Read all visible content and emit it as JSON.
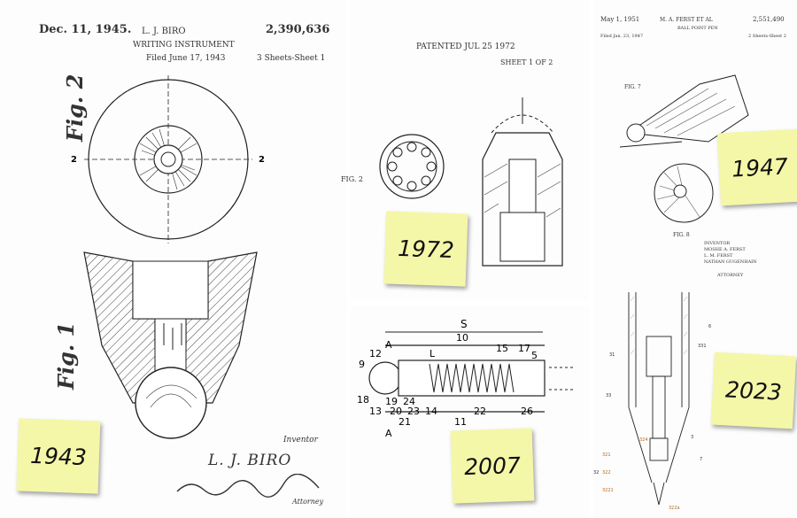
{
  "patent_1943": {
    "date": "Dec. 11, 1945.",
    "inventor": "L. J. BIRO",
    "number": "2,390,636",
    "title": "WRITING INSTRUMENT",
    "filed": "Filed June 17, 1943",
    "sheets": "3 Sheets-Sheet 1",
    "fig2_label": "Fig. 2",
    "fig1_label": "Fig. 1",
    "inventor_caption": "Inventor",
    "signature_name": "L. J. BIRO",
    "attorney_caption": "Attorney",
    "sticky": "1943"
  },
  "patent_1972": {
    "patented": "PATENTED JUL 25 1972",
    "sheet": "SHEET 1 OF 2",
    "fig_label": "FIG. 2",
    "sticky": "1972"
  },
  "patent_1947": {
    "date": "May 1, 1951",
    "inventor": "M. A. FERST ET AL",
    "number": "2,551,490",
    "title": "BALL POINT PEN",
    "filed": "Filed Jan. 23, 1947",
    "sheets": "2 Sheets-Sheet 2",
    "fig7": "FIG. 7",
    "fig8": "FIG. 8",
    "inventor_block": [
      "INVENTOR",
      "MOSHE A. FERST",
      "L. M. FERST",
      "NATHAN GUGENHAIN"
    ],
    "attorney": "ATTORNEY",
    "sticky": "1947"
  },
  "patent_2007": {
    "dim_label": "S",
    "part_labels": [
      "10",
      "9",
      "12",
      "A",
      "L",
      "15",
      "17",
      "5",
      "18",
      "13",
      "20",
      "23",
      "14",
      "22",
      "11",
      "26",
      "19",
      "24",
      "21",
      "A"
    ],
    "sticky": "2007"
  },
  "patent_2023": {
    "part_labels": [
      "6",
      "31",
      "331",
      "33",
      "324",
      "3",
      "321",
      "32",
      "322",
      "3221",
      "322a",
      "7"
    ],
    "sticky": "2023"
  }
}
